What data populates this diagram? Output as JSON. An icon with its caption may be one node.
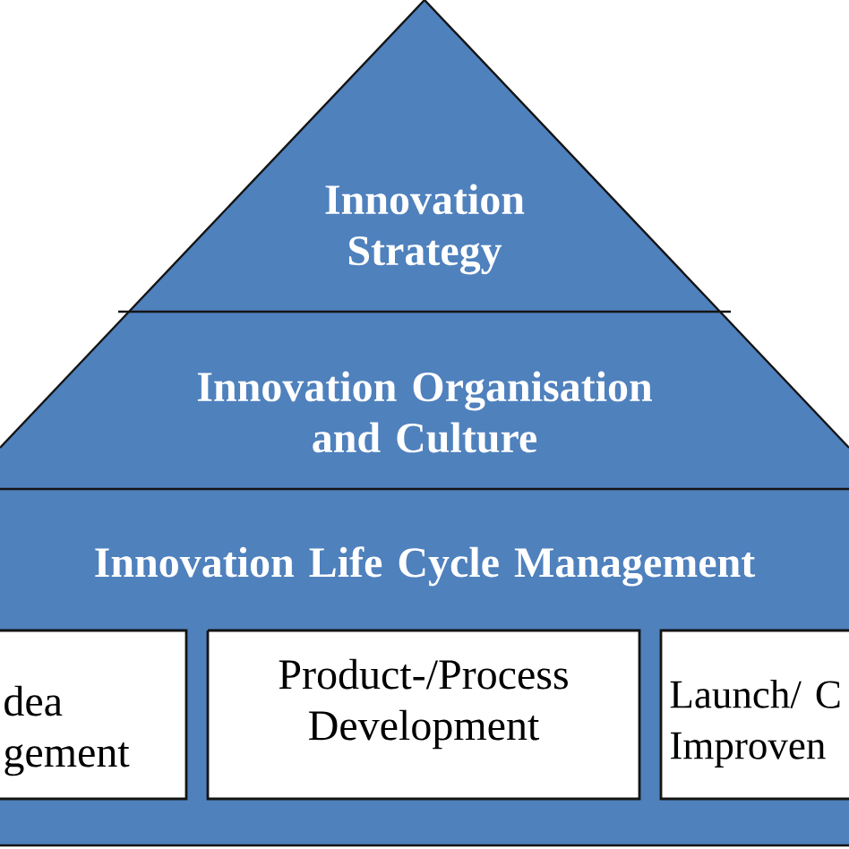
{
  "diagram": {
    "nodes": [
      {
        "text": [
          "Innovation Strategy"
        ]
      },
      {
        "text": [
          "Innovation Organisation and Culture"
        ]
      },
      {
        "text": [
          "Innovation Life Cycle Management"
        ]
      },
      {
        "text": [
          "dea gement"
        ],
        "in": 2
      },
      {
        "text": [
          "Product-/Process Development"
        ],
        "in": 2
      },
      {
        "text": [
          "Launch/ C Improven"
        ],
        "in": 2
      }
    ]
  }
}
